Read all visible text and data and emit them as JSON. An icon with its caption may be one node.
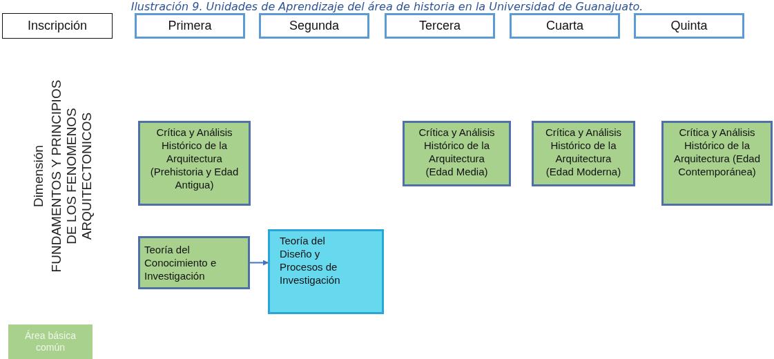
{
  "diagram": {
    "caption": "Ilustración 9. Unidades de Aprendizaje del área de historia en la Universidad de Guanajuato.",
    "nodes": [
      {
        "text": [
          "Inscripción"
        ]
      },
      {
        "text": [
          "Primera"
        ]
      },
      {
        "text": [
          "Segunda"
        ]
      },
      {
        "text": [
          "Tercera"
        ]
      },
      {
        "text": [
          "Cuarta"
        ]
      },
      {
        "text": [
          "Quinta"
        ]
      },
      {
        "text": [
          "Crítica y Análisis Histórico de la Arquitectura (Prehistoria y Edad Antigua)"
        ]
      },
      {
        "text": [
          "Crítica y Análisis Histórico de la Arquitectura (Edad Media)"
        ]
      },
      {
        "text": [
          "Crítica y Análisis Histórico de la Arquitectura (Edad Moderna)"
        ]
      },
      {
        "text": [
          "Crítica y Análisis Histórico de la Arquitectura (Edad Contemporánea)"
        ]
      },
      {
        "text": [
          "Teoría del Conocimiento e Investigación"
        ]
      },
      {
        "text": [
          "Teoría del Diseño y Procesos de Investigación"
        ]
      }
    ],
    "edges": [
      {
        "from": 10,
        "to": 11,
        "arrow": "to"
      }
    ],
    "labels": [
      "Dimensión",
      "FUNDAMENTOS Y PRINCIPIOS DE LOS FENOMENOS ARQUITECTONICOS"
    ],
    "legend": [
      {
        "text": "Área básica común",
        "color": "#a9d18e"
      }
    ]
  }
}
